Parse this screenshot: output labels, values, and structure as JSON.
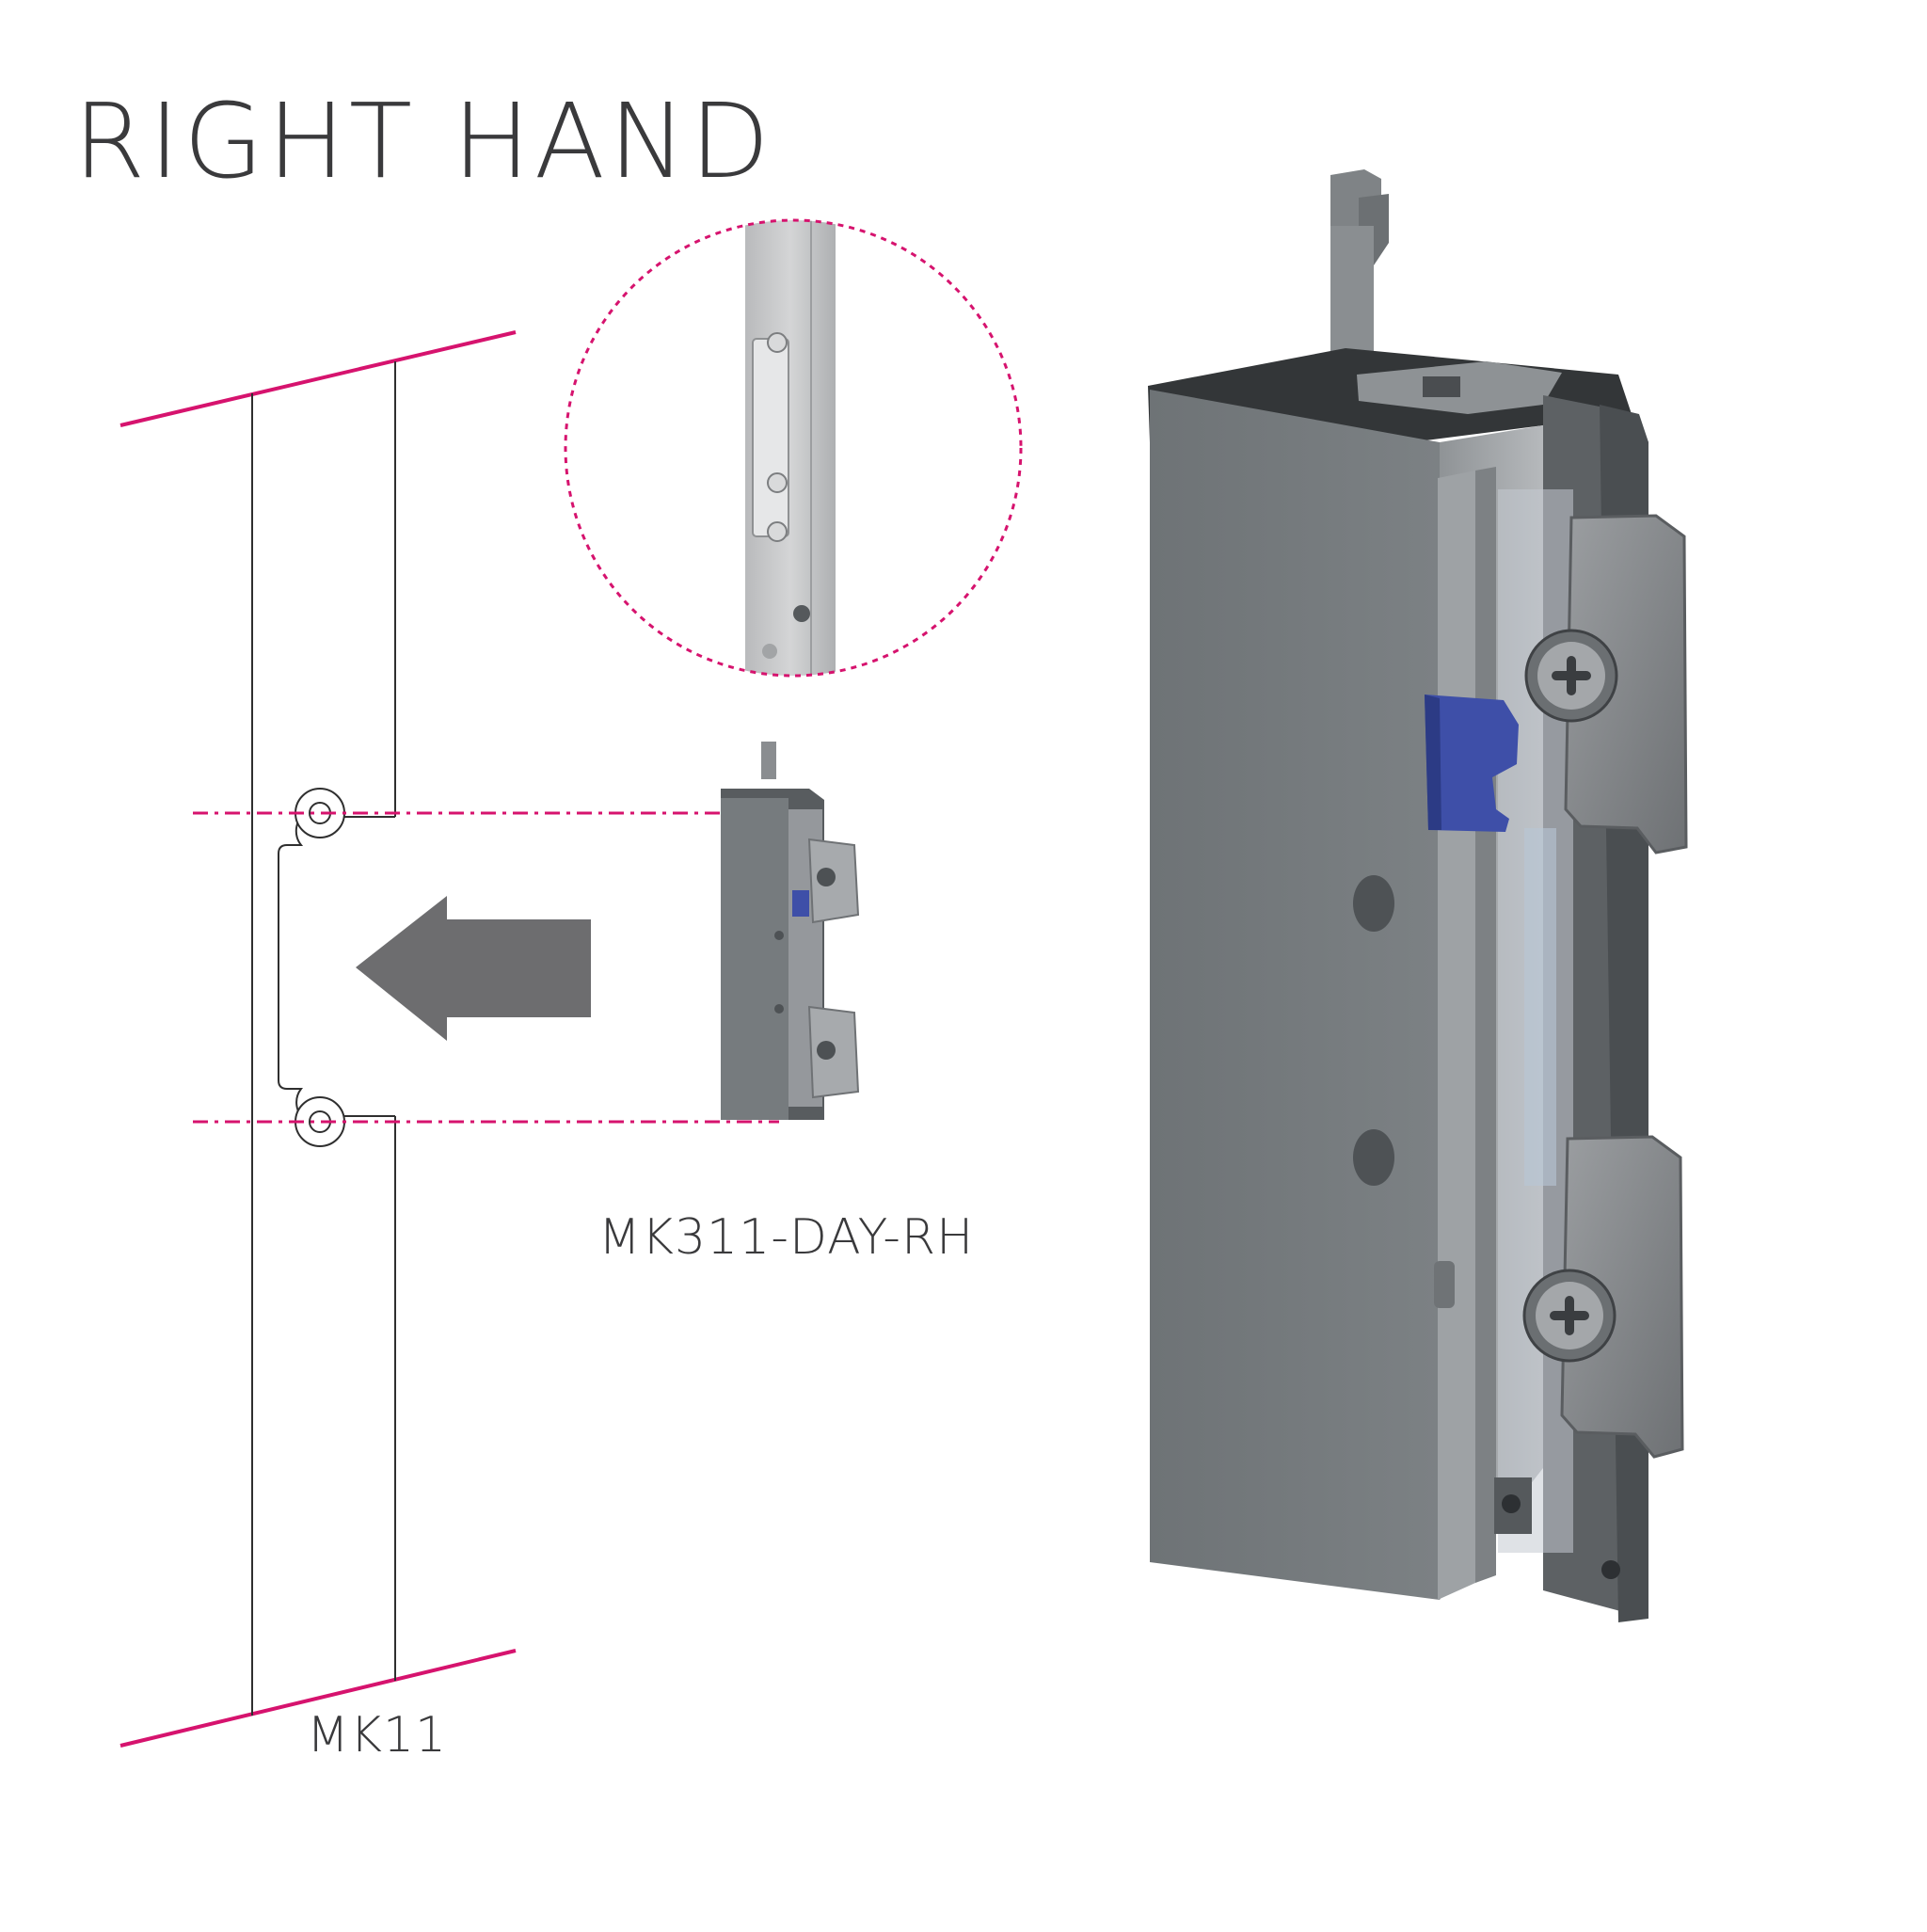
{
  "title": "RIGHT HAND",
  "labels": {
    "product": "MK311-DAY-RH",
    "frame": "MK11"
  },
  "colors": {
    "accent": "#d6136e",
    "body": "#767b7e",
    "body_dark": "#55595c",
    "bracket": "#a7aaad",
    "clip": "#3e4fa8",
    "arrow": "#6d6d6f",
    "line": "#2f2f2f",
    "strip": "#c9cacb",
    "text": "#3a3a3c"
  },
  "icons": {
    "arrow": "left-arrow-icon",
    "screw": "phillips-screw-icon",
    "clip": "release-clip-icon"
  }
}
